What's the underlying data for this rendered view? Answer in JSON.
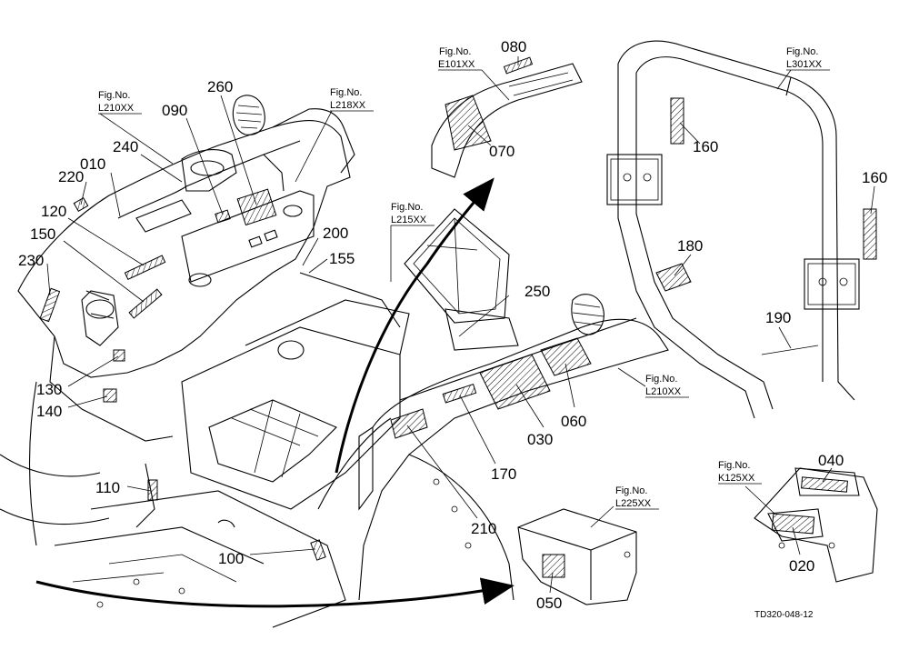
{
  "callouts": [
    "080",
    "260",
    "090",
    "240",
    "010",
    "220",
    "120",
    "150",
    "230",
    "130",
    "140",
    "110",
    "100",
    "200",
    "155",
    "250",
    "070",
    "160",
    "160",
    "180",
    "190",
    "030",
    "060",
    "170",
    "210",
    "040",
    "020",
    "050"
  ],
  "fig_refs": [
    {
      "label": "Fig.No.",
      "code": "E101XX"
    },
    {
      "label": "Fig.No.",
      "code": "L210XX"
    },
    {
      "label": "Fig.No.",
      "code": "L218XX"
    },
    {
      "label": "Fig.No.",
      "code": "L301XX"
    },
    {
      "label": "Fig.No.",
      "code": "L215XX"
    },
    {
      "label": "Fig.No.",
      "code": "L210XX"
    },
    {
      "label": "Fig.No.",
      "code": "K125XX"
    },
    {
      "label": "Fig.No.",
      "code": "L225XX"
    }
  ],
  "diagram_code": "TD320-048-12"
}
